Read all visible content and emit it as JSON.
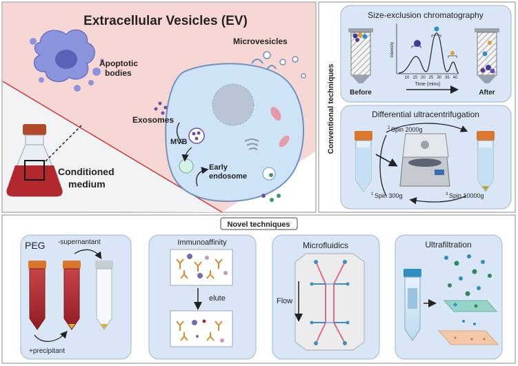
{
  "ev_panel": {
    "title": "Extracellular Vesicles (EV)",
    "apoptotic_line1": "Apoptotic",
    "apoptotic_line2": "bodies",
    "microvesicles": "Microvesicles",
    "exosomes": "Exosomes",
    "mvb": "MVB",
    "early_line1": "Early",
    "early_line2": "endosome",
    "medium_line1": "Conditioned",
    "medium_line2": "medium"
  },
  "conventional": {
    "side_label": "Conventional techniques",
    "sec": {
      "title": "Size-exclusion chromatography",
      "before": "Before",
      "after": "After",
      "ylabel": "Intensity",
      "xlabel": "Time (mins)",
      "ticks": [
        "10",
        "15",
        "20",
        "25",
        "30",
        "35",
        "40"
      ]
    },
    "duc": {
      "title": "Differential ultracentrifugation",
      "spin1_num": "1",
      "spin1": "Spin 300g",
      "spin2_num": "2",
      "spin2": "Spin 2000g",
      "spin3_num": "3",
      "spin3": "Spin 10000g"
    }
  },
  "novel": {
    "header": "Novel techniques",
    "peg": {
      "title": "PEG",
      "supernatant": "-supernantant",
      "precipitant": "+precipitant"
    },
    "immuno": {
      "title": "Immunoaffinity",
      "elute": "elute"
    },
    "micro": {
      "title": "Microfluidics",
      "flow": "Flow"
    },
    "ultra": {
      "title": "Ultrafiltration"
    }
  },
  "colors": {
    "panel_bg": "#d9e6f5",
    "cell_fill": "#cfe3f7",
    "ev_purple": "#7b84d6",
    "flask_red": "#b2282e",
    "tube_cap": "#d9772c",
    "antibody": "#d98a2b"
  }
}
